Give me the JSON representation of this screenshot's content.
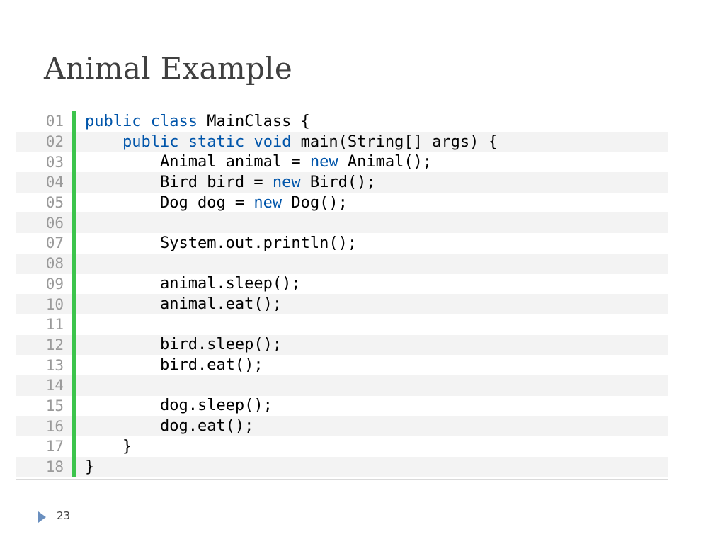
{
  "slide": {
    "title": "Animal Example",
    "page_number": "23"
  },
  "code": {
    "lines": [
      {
        "num": "01",
        "indent": "",
        "tokens": [
          {
            "t": "public",
            "kw": true
          },
          {
            "t": " "
          },
          {
            "t": "class",
            "kw": true
          },
          {
            "t": " MainClass {"
          }
        ]
      },
      {
        "num": "02",
        "indent": "    ",
        "tokens": [
          {
            "t": "public",
            "kw": true
          },
          {
            "t": " "
          },
          {
            "t": "static",
            "kw": true
          },
          {
            "t": " "
          },
          {
            "t": "void",
            "kw": true
          },
          {
            "t": " main(String[] args) {"
          }
        ]
      },
      {
        "num": "03",
        "indent": "        ",
        "tokens": [
          {
            "t": "Animal animal = "
          },
          {
            "t": "new",
            "kw": true
          },
          {
            "t": " Animal();"
          }
        ]
      },
      {
        "num": "04",
        "indent": "        ",
        "tokens": [
          {
            "t": "Bird bird = "
          },
          {
            "t": "new",
            "kw": true
          },
          {
            "t": " Bird();"
          }
        ]
      },
      {
        "num": "05",
        "indent": "        ",
        "tokens": [
          {
            "t": "Dog dog = "
          },
          {
            "t": "new",
            "kw": true
          },
          {
            "t": " Dog();"
          }
        ]
      },
      {
        "num": "06",
        "indent": "",
        "tokens": []
      },
      {
        "num": "07",
        "indent": "        ",
        "tokens": [
          {
            "t": "System.out.println();"
          }
        ]
      },
      {
        "num": "08",
        "indent": "",
        "tokens": []
      },
      {
        "num": "09",
        "indent": "        ",
        "tokens": [
          {
            "t": "animal.sleep();"
          }
        ]
      },
      {
        "num": "10",
        "indent": "        ",
        "tokens": [
          {
            "t": "animal.eat();"
          }
        ]
      },
      {
        "num": "11",
        "indent": "",
        "tokens": []
      },
      {
        "num": "12",
        "indent": "        ",
        "tokens": [
          {
            "t": "bird.sleep();"
          }
        ]
      },
      {
        "num": "13",
        "indent": "        ",
        "tokens": [
          {
            "t": "bird.eat();"
          }
        ]
      },
      {
        "num": "14",
        "indent": "",
        "tokens": []
      },
      {
        "num": "15",
        "indent": "        ",
        "tokens": [
          {
            "t": "dog.sleep();"
          }
        ]
      },
      {
        "num": "16",
        "indent": "        ",
        "tokens": [
          {
            "t": "dog.eat();"
          }
        ]
      },
      {
        "num": "17",
        "indent": "    ",
        "tokens": [
          {
            "t": "}"
          }
        ]
      },
      {
        "num": "18",
        "indent": "",
        "tokens": [
          {
            "t": "}"
          }
        ]
      }
    ]
  },
  "colors": {
    "keyword": "#0055aa",
    "gutter_bar": "#3cc44c",
    "alt_row": "#f3f3f3"
  }
}
